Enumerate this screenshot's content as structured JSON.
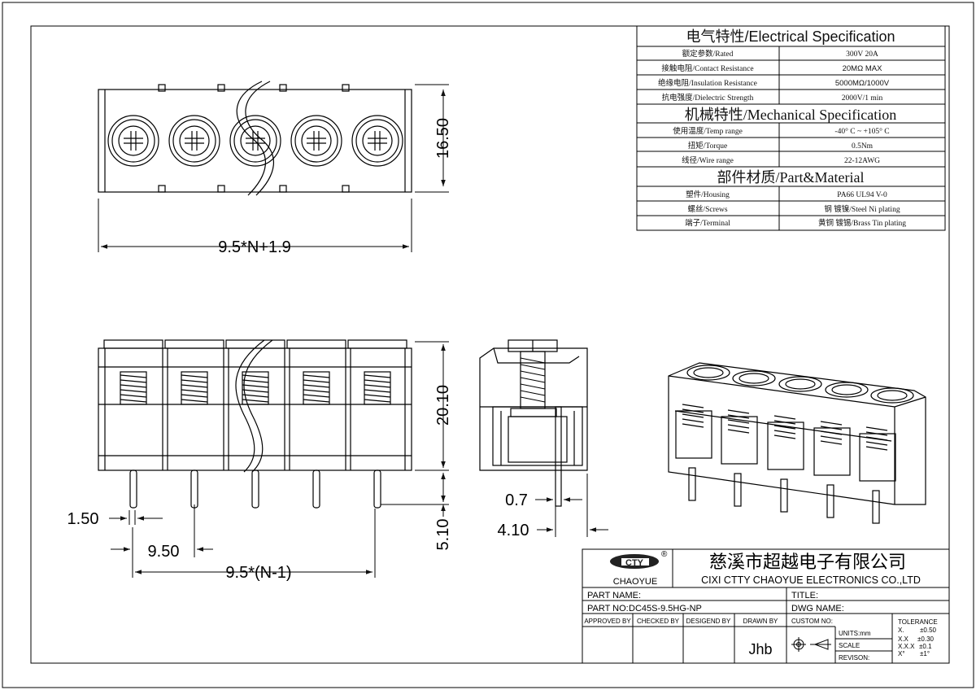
{
  "spec": {
    "electrical_title": "电气特性/Electrical Specification",
    "electrical_rows": [
      {
        "label": "额定参数/Rated",
        "value": "300V  20A"
      },
      {
        "label": "接触电阻/Contact Resistance",
        "value": "20MΩ MAX"
      },
      {
        "label": "绝缘电阻/Insulation Resistance",
        "value": "5000MΩ/1000V"
      },
      {
        "label": "抗电强度/Dielectric Strength",
        "value": "2000V/1 min"
      }
    ],
    "mechanical_title": "机械特性/Mechanical Specification",
    "mechanical_rows": [
      {
        "label": "使用温度/Temp range",
        "value": "-40° C ~ +105° C"
      },
      {
        "label": "扭矩/Torque",
        "value": "0.5Nm"
      },
      {
        "label": "线径/Wire range",
        "value": "22-12AWG"
      }
    ],
    "material_title": "部件材质/Part&Material",
    "material_rows": [
      {
        "label": "塑件/Housing",
        "value": "PA66 UL94 V-0"
      },
      {
        "label": "螺丝/Screws",
        "value": "钢 镀镍/Steel Ni plating"
      },
      {
        "label": "端子/Terminal",
        "value": "黄铜 镀锡/Brass Tin  plating"
      }
    ]
  },
  "dims": {
    "top_height": "16.50",
    "top_width": "9.5*N+1.9",
    "front_height": "20.10",
    "pin_length": "5.10",
    "pin_width": "1.50",
    "pitch": "9.50",
    "total_pitch": "9.5*(N-1)",
    "side_thickness": "0.7",
    "side_offset": "4.10"
  },
  "title_block": {
    "brand": "CHAOYUE",
    "logo_mark": "®",
    "company_cn": "慈溪市超越电子有限公司",
    "company_en": "CIXI CTTY CHAOYUE ELECTRONICS CO.,LTD",
    "part_name_label": "PART NAME:",
    "title_label": "TITLE:",
    "part_no_label": "PART NO:",
    "part_no": "DC45S-9.5HG-NP",
    "dwg_name_label": "DWG NAME:",
    "approved_by": "APPROVED BY",
    "checked_by": "CHECKED BY",
    "designed_by": "DESIGEND BY",
    "drawn_by": "DRAWN BY",
    "drawn_by_value": "Jhb",
    "custom_no": "CUSTOM NO:",
    "units": "UNITS:mm",
    "scale": "SCALE",
    "revision": "REVISON:",
    "tolerance_title": "TOLERANCE",
    "tolerance_rows": [
      {
        "k": "X.",
        "v": "±0.50"
      },
      {
        "k": "X.X",
        "v": "±0.30"
      },
      {
        "k": "X.X.X",
        "v": "±0.1"
      },
      {
        "k": "X°",
        "v": "±1°"
      }
    ]
  }
}
